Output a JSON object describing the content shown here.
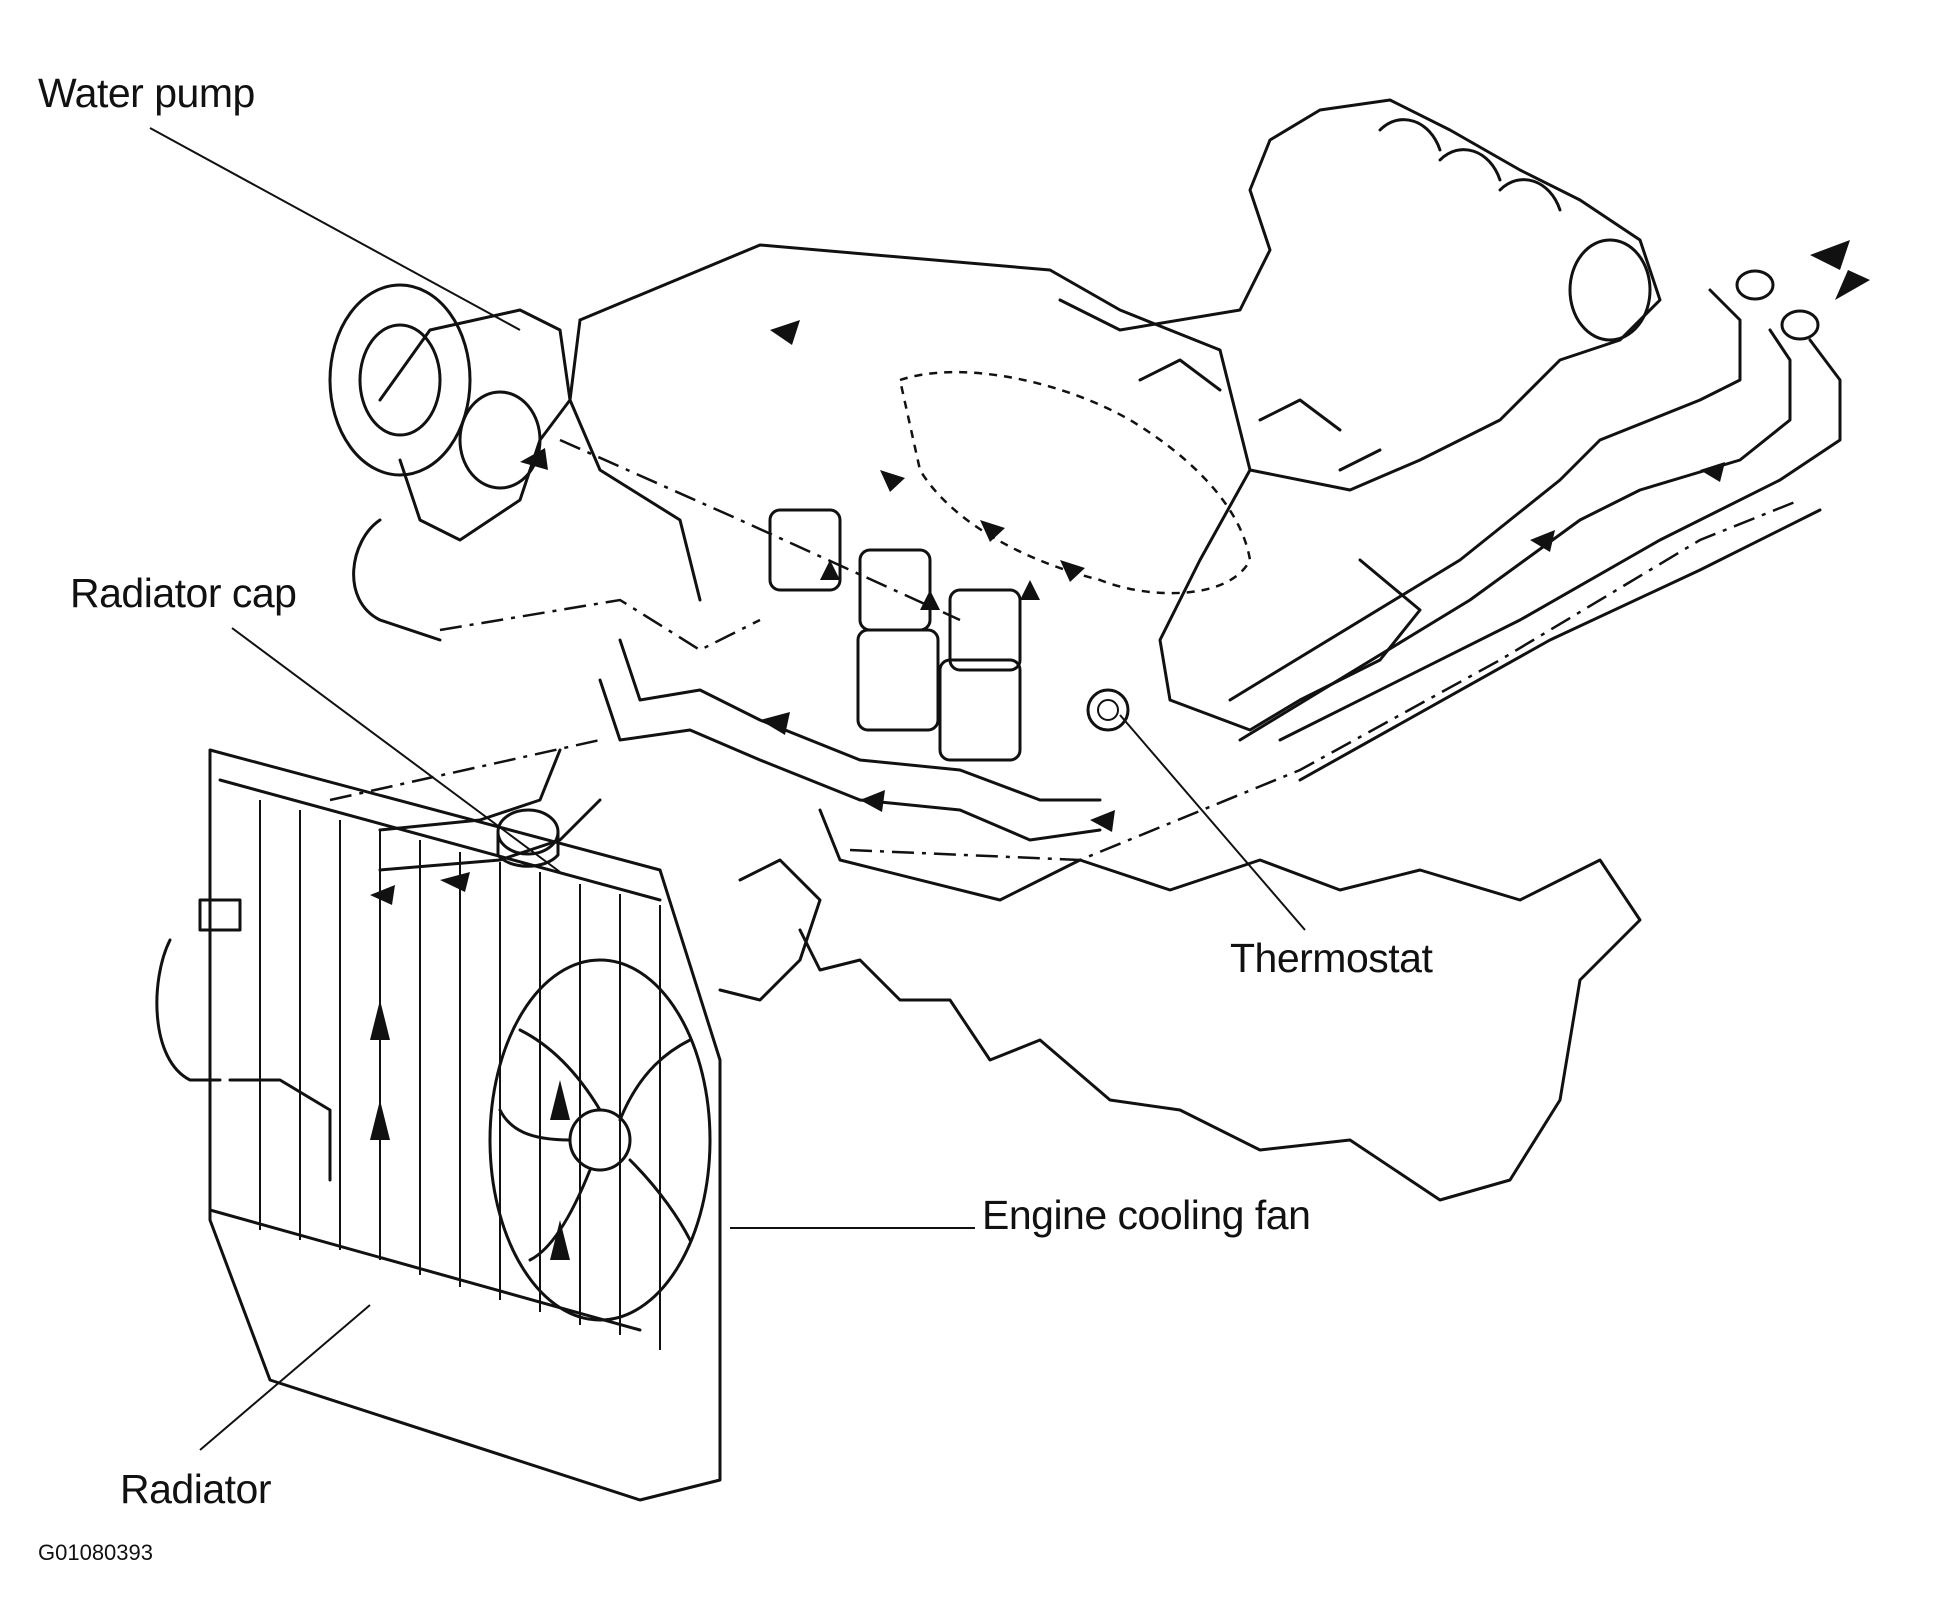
{
  "labels": {
    "water_pump": "Water pump",
    "radiator_cap": "Radiator cap",
    "thermostat": "Thermostat",
    "engine_cooling_fan": "Engine cooling fan",
    "radiator": "Radiator"
  },
  "figure_code": "G01080393",
  "colors": {
    "ink": "#111111",
    "background": "#ffffff"
  }
}
